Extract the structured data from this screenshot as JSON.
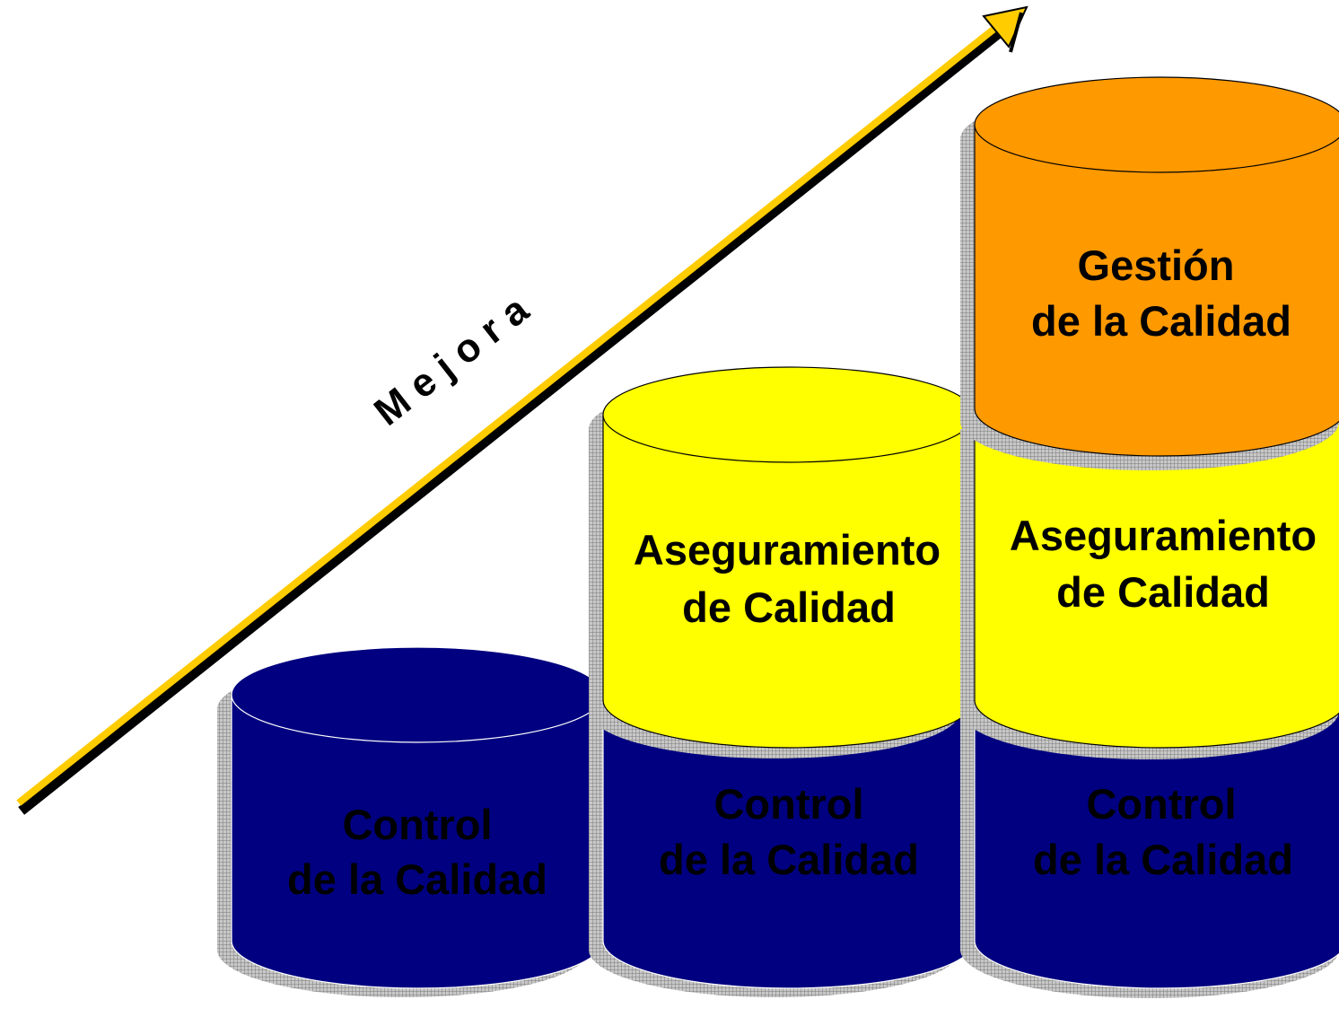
{
  "arrow": {
    "label": "M e j o r a",
    "color": "#ffcc00"
  },
  "colors": {
    "control": "#000080",
    "control_text": "#000000",
    "aseguramiento": "#ffff00",
    "gestion": "#ff9900",
    "label_text": "#000000"
  },
  "columns": [
    {
      "control": {
        "line1": "Control",
        "line2": "de la Calidad"
      }
    },
    {
      "control": {
        "line1": "Control",
        "line2": "de la Calidad"
      },
      "aseguramiento": {
        "line1": "Aseguramiento",
        "line2": "de Calidad"
      }
    },
    {
      "control": {
        "line1": "Control",
        "line2": "de la Calidad"
      },
      "aseguramiento": {
        "line1": "Aseguramiento",
        "line2": "de Calidad"
      },
      "gestion": {
        "line1": "Gestión",
        "line2": "de la Calidad"
      }
    }
  ]
}
